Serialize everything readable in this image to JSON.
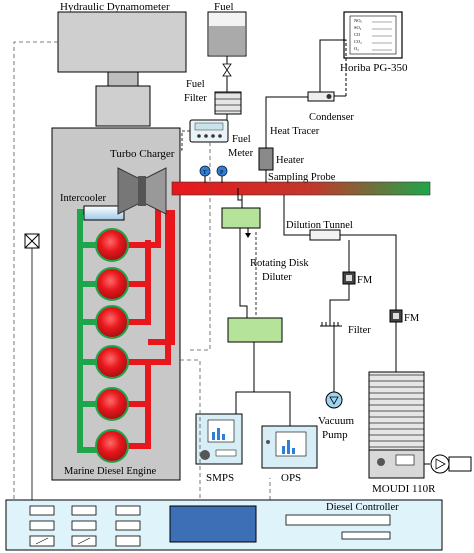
{
  "labels": {
    "dynamometer": "Hydraulic Dynamometer",
    "fuel": "Fuel",
    "fuel_filter_line1": "Fuel",
    "fuel_filter_line2": "Filter",
    "fuel_meter_line1": "Fuel",
    "fuel_meter_line2": "Meter",
    "analyzer": "Horiba PG-350",
    "condenser": "Condenser",
    "heat_tracer": "Heat Tracer",
    "heater": "Heater",
    "turbo": "Turbo Charger",
    "sampling_probe": "Sampling Probe",
    "intercooler": "Intercooler",
    "dilution_tunnel": "Dilution Tunnel",
    "rotating_line1": "Rotating Disk",
    "rotating_line2": "Diluter",
    "fm1": "FM",
    "fm2": "FM",
    "filter": "Filter",
    "vacuum_line1": "Vacuum",
    "vacuum_line2": "Pump",
    "smps": "SMPS",
    "ops": "OPS",
    "moudi": "MOUDI 110R",
    "engine": "Marine Diesel Engine",
    "controller": "Diesel Controller",
    "gauge_t": "T",
    "gauge_p": "P"
  },
  "analyzer_screen": [
    "NOₓ",
    "SO₂",
    "CO",
    "CO₂",
    "O₂"
  ],
  "colors": {
    "exhaust_red": "#e8171c",
    "coolant_green": "#1fa64a",
    "gray": "#c8c8c8",
    "light_green": "#b6e39a",
    "controller_blue": "#3d6fb6",
    "panel_cyan": "#dff3fb"
  }
}
